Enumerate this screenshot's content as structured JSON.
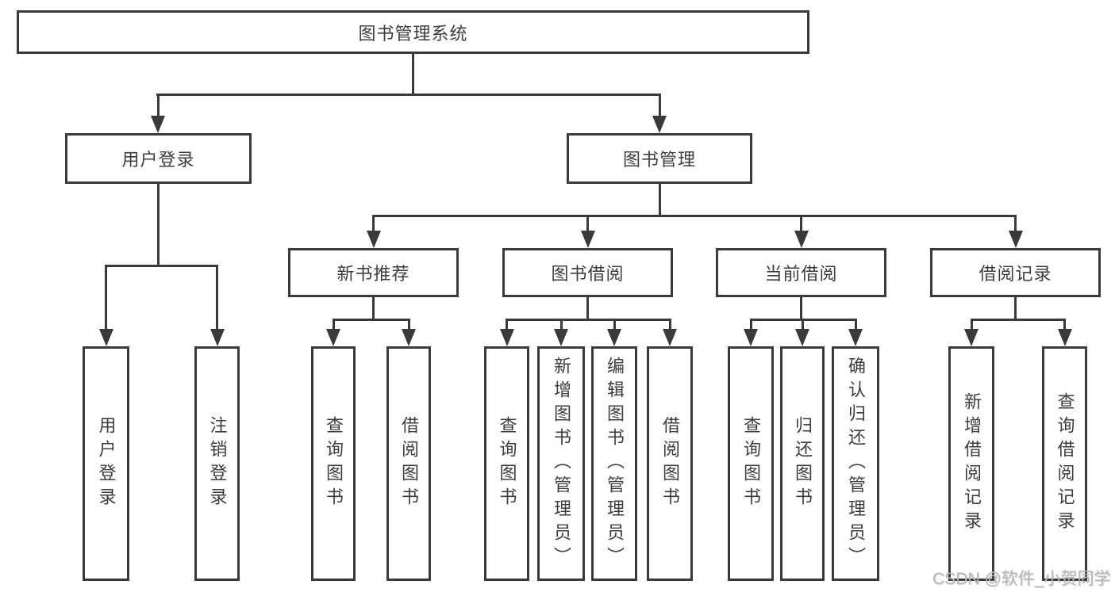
{
  "tree": {
    "root": {
      "label": "图书管理系统"
    },
    "level2": [
      {
        "label": "用户登录",
        "children": [
          {
            "label": "用户登录"
          },
          {
            "label": "注销登录"
          }
        ]
      },
      {
        "label": "图书管理",
        "sections": [
          {
            "label": "新书推荐",
            "children": [
              {
                "label": "查询图书"
              },
              {
                "label": "借阅图书"
              }
            ]
          },
          {
            "label": "图书借阅",
            "children": [
              {
                "label": "查询图书"
              },
              {
                "label": "新增图书（管理员）"
              },
              {
                "label": "编辑图书（管理员）"
              },
              {
                "label": "借阅图书"
              }
            ]
          },
          {
            "label": "当前借阅",
            "children": [
              {
                "label": "查询图书"
              },
              {
                "label": "归还图书"
              },
              {
                "label": "确认归还（管理员）"
              }
            ]
          },
          {
            "label": "借阅记录",
            "children": [
              {
                "label": "新增借阅记录"
              },
              {
                "label": "查询借阅记录"
              }
            ]
          }
        ]
      }
    ]
  },
  "watermark": {
    "text": "CSDN @软件_小贺同学"
  },
  "colors": {
    "line": "#3a3a3a",
    "text": "#3d3d3d",
    "background": "#ffffff",
    "box_fill": "#ffffff",
    "watermark": "#b7b7b7"
  }
}
